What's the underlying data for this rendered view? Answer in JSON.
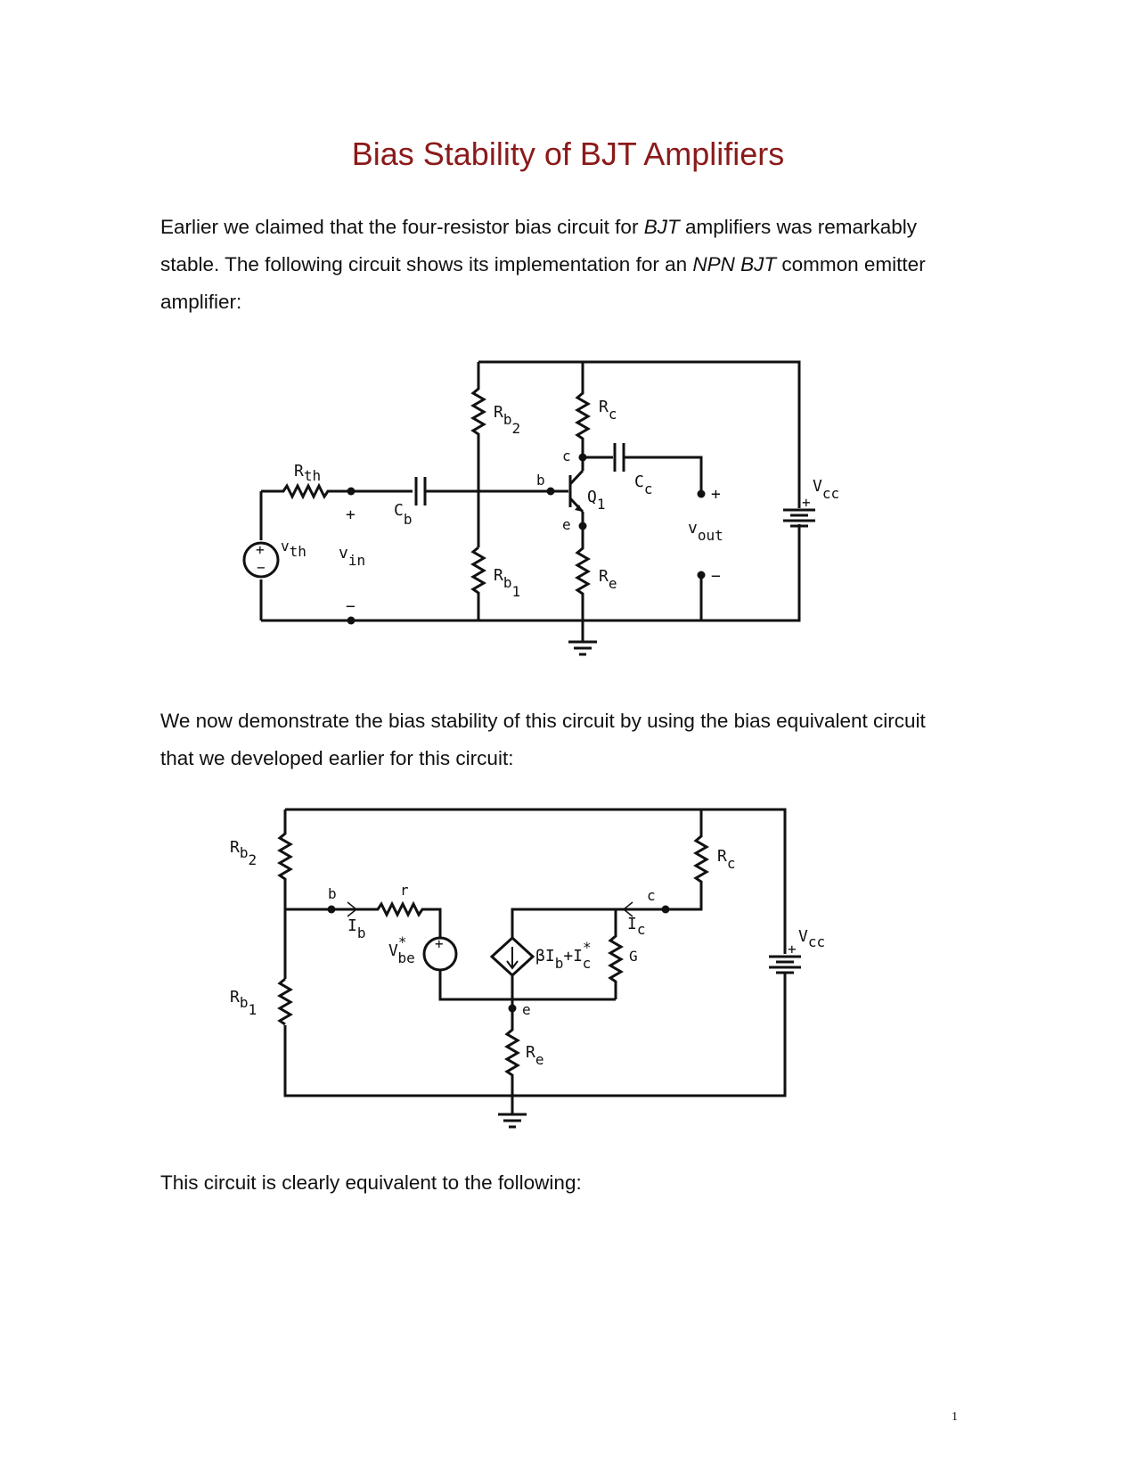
{
  "title": "Bias Stability of BJT Amplifiers",
  "para1": {
    "t1": "Earlier we claimed that the four-resistor bias circuit for ",
    "i1": "BJT",
    "t2": " amplifiers was remarkably stable. The following circuit shows its implementation for an ",
    "i2": "NPN BJT",
    "t3": " common emitter amplifier:"
  },
  "para2": "We now demonstrate the bias stability of this circuit by using the bias equivalent circuit that we developed earlier for this circuit:",
  "para3": "This circuit is clearly equivalent to the following:",
  "circuit1": {
    "R": "R",
    "th": "th",
    "v": "v",
    "in": "in",
    "C": "C",
    "b": "b",
    "c": "c",
    "e": "e",
    "Q": "Q",
    "one": "1",
    "two": "2",
    "out": "out",
    "V": "V",
    "cc": "cc",
    "plus": "+",
    "minus": "−"
  },
  "circuit2": {
    "R": "R",
    "b": "b",
    "c": "c",
    "e": "e",
    "one": "1",
    "two": "2",
    "r": "r",
    "I": "I",
    "V": "V",
    "be": "be",
    "cc": "cc",
    "G": "G",
    "beta": "βI",
    "plus": "+",
    "star": "*"
  },
  "page_number": "1"
}
